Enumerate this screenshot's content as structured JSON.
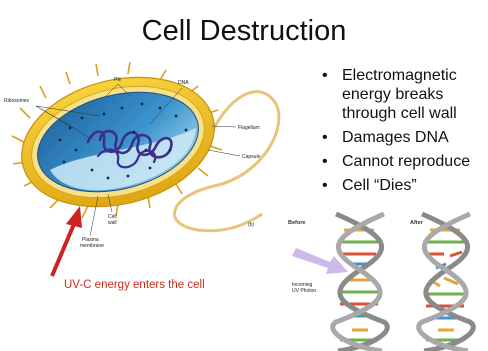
{
  "title": "Cell Destruction",
  "bullets": [
    "Electromagnetic energy breaks through cell wall",
    "Damages DNA",
    "Cannot reproduce",
    "Cell “Dies”"
  ],
  "cell_diagram": {
    "labels": {
      "pili": "Pili",
      "dna": "DNA",
      "ribosomes": "Ribosomes",
      "flagellum": "Flagellum",
      "capsule": "Capsule",
      "cell_wall_1": "Cell",
      "cell_wall_2": "wall",
      "plasma_membrane_1": "Plasma",
      "plasma_membrane_2": "membrane",
      "panel_letter": "(b)"
    },
    "caption": "UV-C energy enters the cell"
  },
  "dna_diagram": {
    "before_label": "Before",
    "after_label": "After",
    "photon_label_1": "Incoming",
    "photon_label_2": "UV Photon"
  },
  "colors": {
    "arrow_red": "#cc2222",
    "caption_red": "#cc2a1a",
    "wall_yellow": "#f2c21c",
    "cytoplasm_blue": "#3a8fc4",
    "dna_purple": "#3d2e8c",
    "photon_lavender": "#c9b3e6"
  }
}
